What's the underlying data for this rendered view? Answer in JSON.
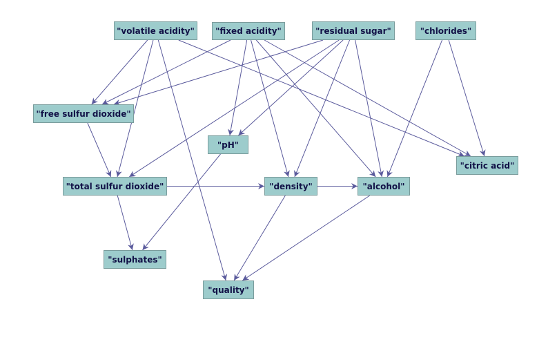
{
  "colors": {
    "node_fill": "#9dcccc",
    "node_border": "#7a9c9c",
    "node_text": "#121247",
    "edge": "#5a5a9c",
    "arrowhead": "#5a5a9c",
    "background": "#ffffff"
  },
  "nodes": {
    "volatile_acidity": "\"volatile acidity\"",
    "fixed_acidity": "\"fixed acidity\"",
    "residual_sugar": "\"residual sugar\"",
    "chlorides": "\"chlorides\"",
    "free_sulfur_dioxide": "\"free sulfur dioxide\"",
    "ph": "\"pH\"",
    "citric_acid": "\"citric acid\"",
    "total_sulfur_dioxide": "\"total sulfur dioxide\"",
    "density": "\"density\"",
    "alcohol": "\"alcohol\"",
    "sulphates": "\"sulphates\"",
    "quality": "\"quality\""
  },
  "edges": [
    {
      "from": "volatile_acidity",
      "to": "free_sulfur_dioxide"
    },
    {
      "from": "volatile_acidity",
      "to": "total_sulfur_dioxide"
    },
    {
      "from": "volatile_acidity",
      "to": "quality"
    },
    {
      "from": "volatile_acidity",
      "to": "citric_acid"
    },
    {
      "from": "fixed_acidity",
      "to": "free_sulfur_dioxide"
    },
    {
      "from": "fixed_acidity",
      "to": "ph"
    },
    {
      "from": "fixed_acidity",
      "to": "density"
    },
    {
      "from": "fixed_acidity",
      "to": "alcohol"
    },
    {
      "from": "fixed_acidity",
      "to": "citric_acid"
    },
    {
      "from": "residual_sugar",
      "to": "free_sulfur_dioxide"
    },
    {
      "from": "residual_sugar",
      "to": "total_sulfur_dioxide"
    },
    {
      "from": "residual_sugar",
      "to": "ph"
    },
    {
      "from": "residual_sugar",
      "to": "density"
    },
    {
      "from": "residual_sugar",
      "to": "alcohol"
    },
    {
      "from": "chlorides",
      "to": "alcohol"
    },
    {
      "from": "chlorides",
      "to": "citric_acid"
    },
    {
      "from": "free_sulfur_dioxide",
      "to": "total_sulfur_dioxide"
    },
    {
      "from": "ph",
      "to": "sulphates"
    },
    {
      "from": "total_sulfur_dioxide",
      "to": "density"
    },
    {
      "from": "total_sulfur_dioxide",
      "to": "sulphates"
    },
    {
      "from": "density",
      "to": "alcohol"
    },
    {
      "from": "density",
      "to": "quality"
    },
    {
      "from": "alcohol",
      "to": "quality"
    }
  ]
}
